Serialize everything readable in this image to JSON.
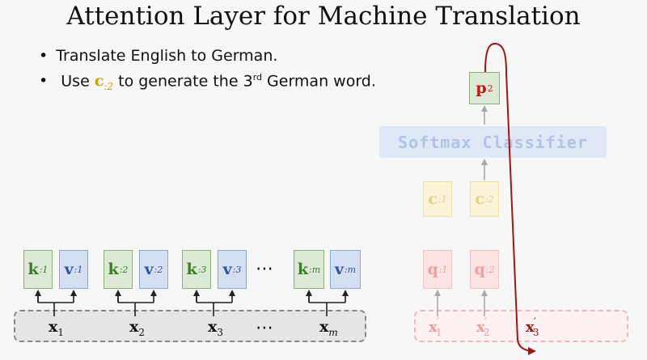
{
  "title": "Attention Layer for Machine Translation",
  "bullets": {
    "b1": "Translate English to German.",
    "b2_pre": "Use",
    "b2_c": "c",
    "b2_c_sub": ":2",
    "b2_mid": "to generate the 3",
    "b2_sup": "rd",
    "b2_post": "German word."
  },
  "encoder": {
    "pairs": [
      {
        "k": "k",
        "k_sub": ":1",
        "v": "v",
        "v_sub": ":1",
        "x": "x",
        "x_sub": "1"
      },
      {
        "k": "k",
        "k_sub": ":2",
        "v": "v",
        "v_sub": ":2",
        "x": "x",
        "x_sub": "2"
      },
      {
        "k": "k",
        "k_sub": ":3",
        "v": "v",
        "v_sub": ":3",
        "x": "x",
        "x_sub": "3"
      },
      {
        "k": "k",
        "k_sub": ":m",
        "v": "v",
        "v_sub": ":m",
        "x": "x",
        "x_sub": "m"
      }
    ],
    "ellipsis": "⋯",
    "ellipsis_low": "⋯"
  },
  "decoder": {
    "softmax_label": "Softmax Classifier",
    "p": "p",
    "p_sub": "2",
    "c": [
      {
        "sym": "c",
        "sub": ":1"
      },
      {
        "sym": "c",
        "sub": ":2"
      }
    ],
    "q": [
      {
        "sym": "q",
        "sub": ":1"
      },
      {
        "sym": "q",
        "sub": ":2"
      }
    ],
    "xp": [
      {
        "sym": "x",
        "sub": "1",
        "prime": "′"
      },
      {
        "sym": "x",
        "sub": "2",
        "prime": "′"
      },
      {
        "sym": "x",
        "sub": "3",
        "prime": "′"
      }
    ]
  },
  "colors": {
    "key_green": "#3a7d25",
    "value_blue": "#2d55a3",
    "context_gold": "#c7a110",
    "output_red": "#cc1010",
    "feedback_arrow": "#a31414"
  }
}
